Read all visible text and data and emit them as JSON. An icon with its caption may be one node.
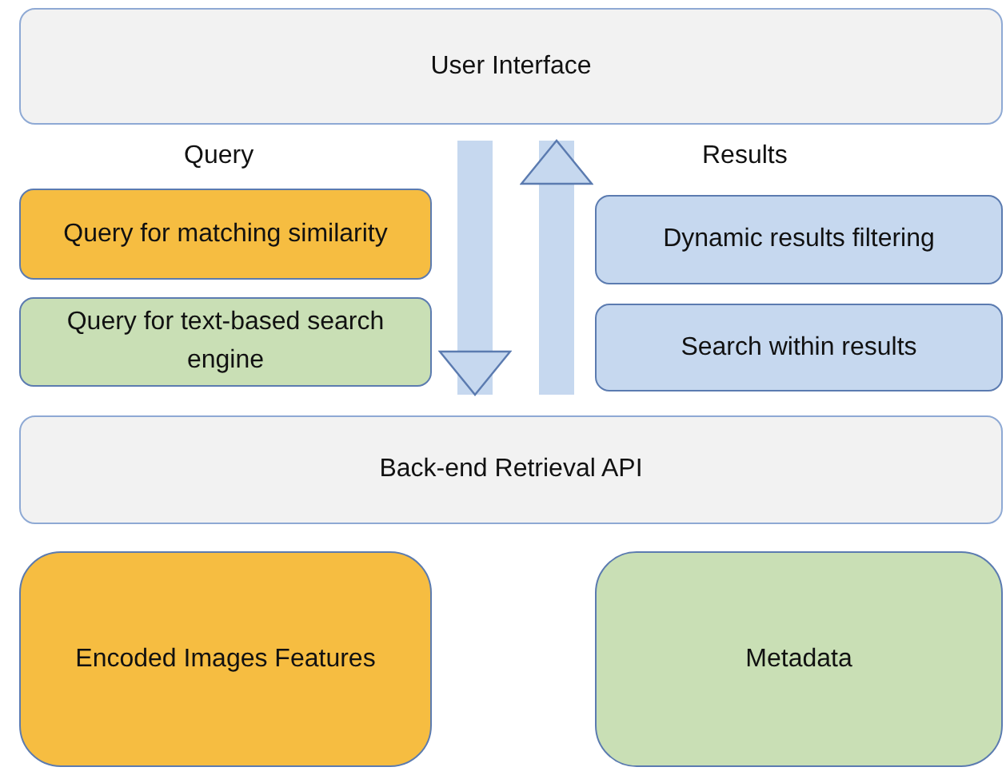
{
  "diagram": {
    "nodes": [
      {
        "text": [
          "User Interface"
        ]
      },
      {
        "text": [
          "Query for matching similarity"
        ]
      },
      {
        "text": [
          "Query for text-based search engine"
        ]
      },
      {
        "text": [
          "Dynamic results filtering"
        ]
      },
      {
        "text": [
          "Search within results"
        ]
      },
      {
        "text": [
          "Back-end Retrieval API"
        ]
      },
      {
        "text": [
          "Encoded Images Features"
        ]
      },
      {
        "text": [
          "Metadata"
        ]
      }
    ],
    "edges": [
      {
        "from": 0,
        "to": 5,
        "arrow": "to"
      },
      {
        "from": 5,
        "to": 0,
        "arrow": "to"
      }
    ],
    "labels": [
      "Query",
      "Results"
    ]
  }
}
